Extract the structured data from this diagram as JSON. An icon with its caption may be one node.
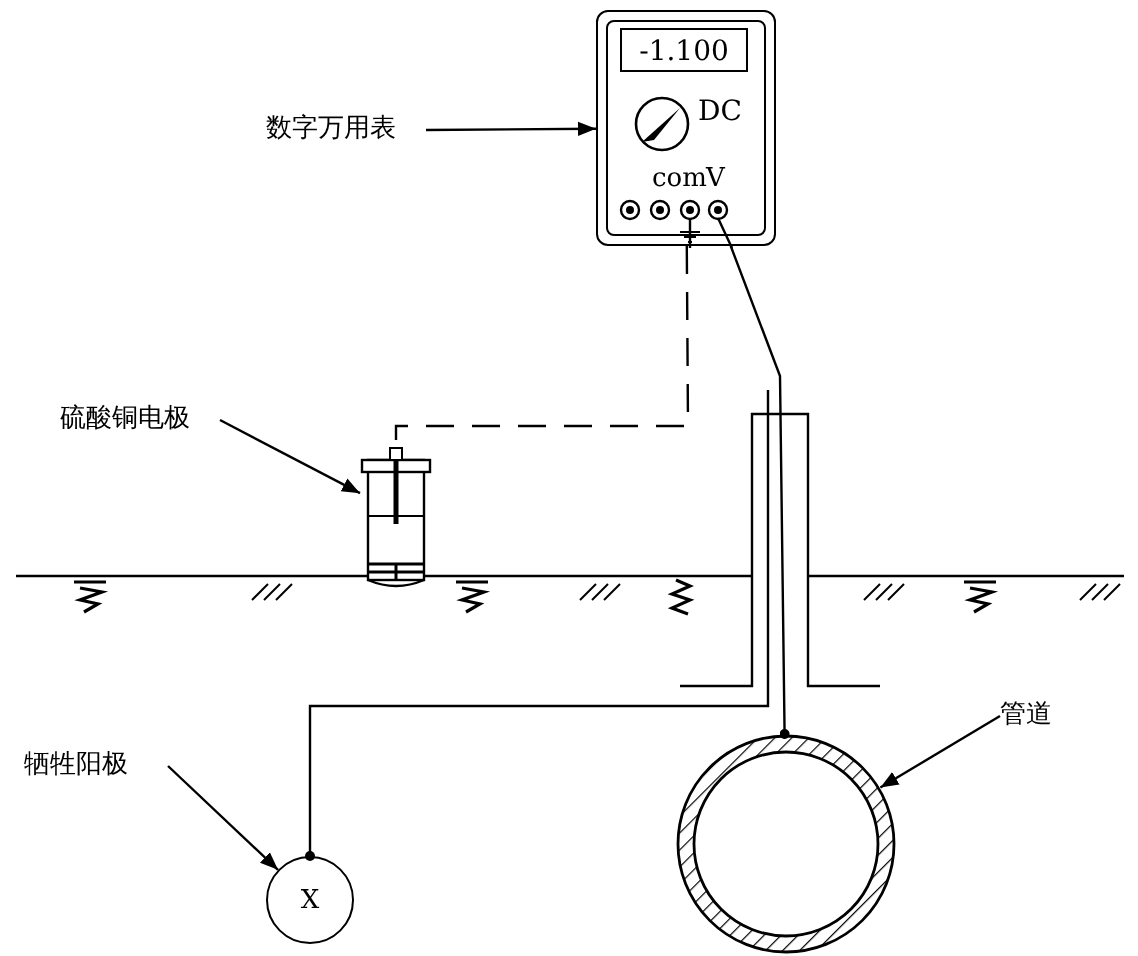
{
  "diagram": {
    "nodes": [
      {
        "text": [
          "数字万用表"
        ]
      },
      {
        "text": [
          "-1.100",
          "DC",
          "com",
          "V"
        ]
      },
      {
        "text": [
          "硫酸铜电极"
        ]
      },
      {
        "text": [],
        "shape": "cylinder"
      },
      {
        "text": [
          "牺牲阳极"
        ]
      },
      {
        "text": [
          "X"
        ]
      },
      {
        "text": [
          "管道"
        ]
      },
      {
        "text": [],
        "shape": "circle"
      }
    ],
    "edges": [
      {
        "from": 0,
        "to": 1,
        "arrow": "to"
      },
      {
        "from": 2,
        "to": 3,
        "arrow": "to"
      },
      {
        "from": 4,
        "to": 5,
        "arrow": "to"
      },
      {
        "from": 6,
        "to": 7,
        "arrow": "to"
      },
      {
        "from": 1,
        "to": 3,
        "arrow": "none",
        "style": "dashed"
      },
      {
        "from": 7,
        "to": 1,
        "arrow": "other"
      },
      {
        "from": 5,
        "to": null,
        "arrow": "other"
      }
    ]
  }
}
